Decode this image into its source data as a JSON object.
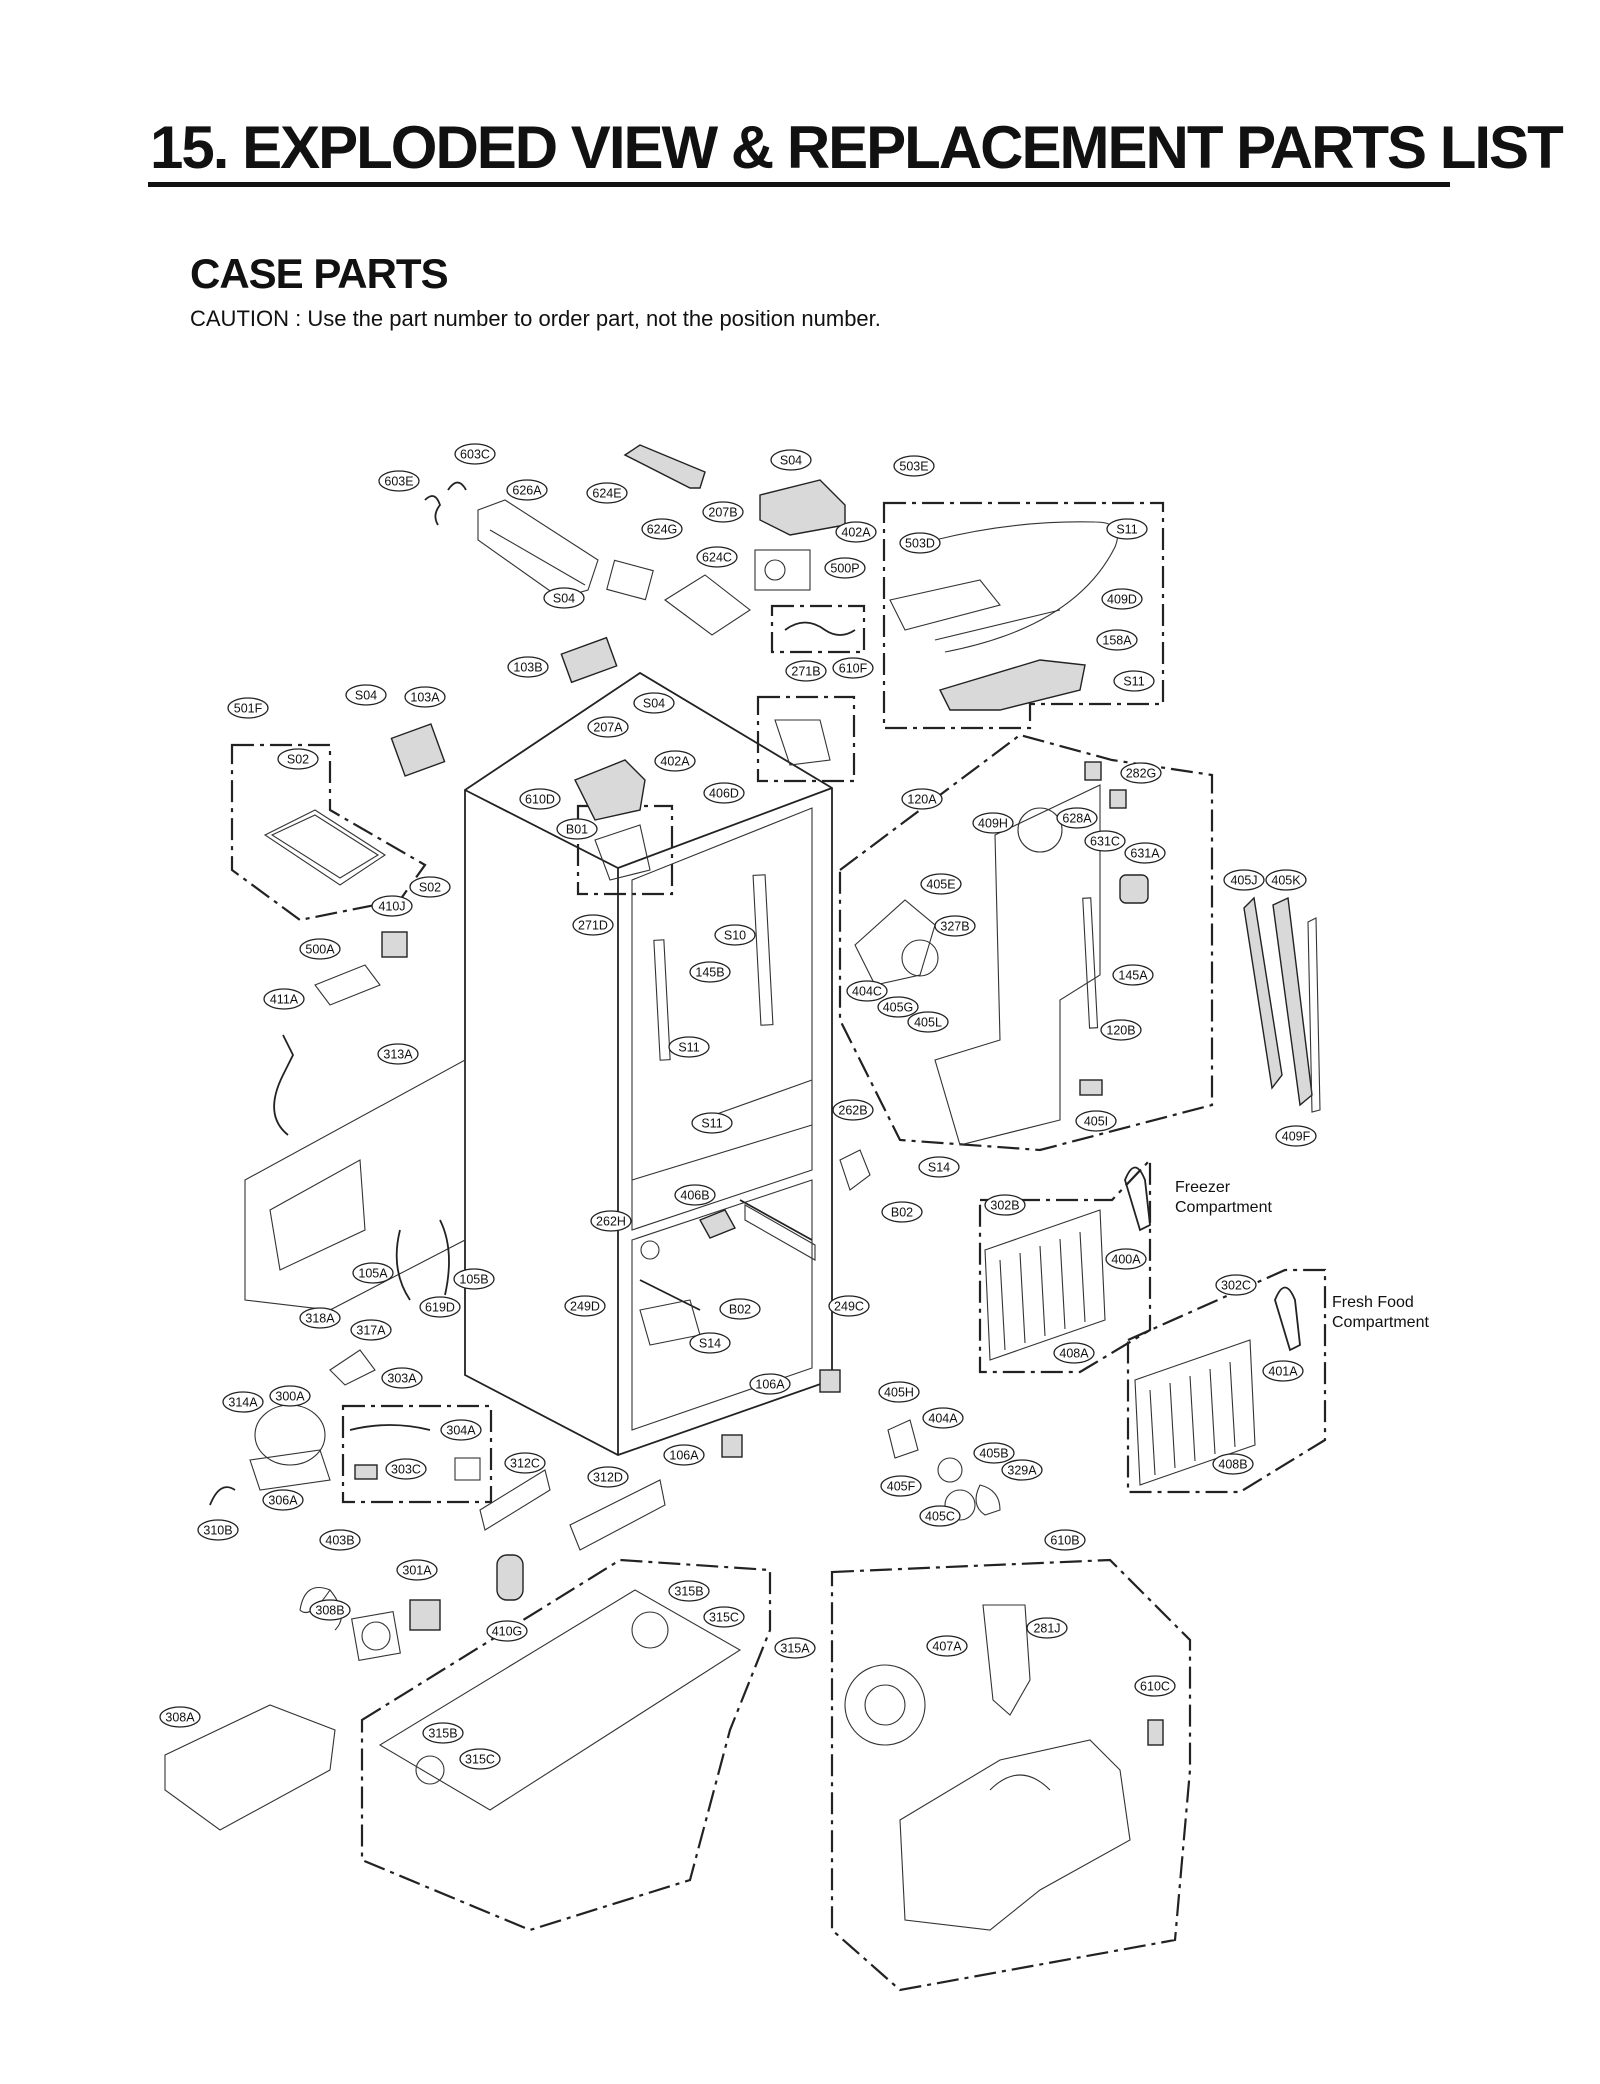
{
  "heading": "15. EXPLODED VIEW & REPLACEMENT PARTS LIST",
  "section": "CASE PARTS",
  "caution": "CAUTION : Use the part number to order part, not the position number.",
  "compartments": {
    "freezer": [
      "Freezer",
      "Compartment"
    ],
    "fresh_food": [
      "Fresh Food",
      "Compartment"
    ]
  },
  "callouts": [
    "603C",
    "603E",
    "626A",
    "624E",
    "S04",
    "207B",
    "402A",
    "503E",
    "S11",
    "503D",
    "624G",
    "624C",
    "500P",
    "S04",
    "409D",
    "158A",
    "103B",
    "610F",
    "271B",
    "S11",
    "S04",
    "103A",
    "S04",
    "207A",
    "501F",
    "402A",
    "S02",
    "610D",
    "406D",
    "120A",
    "282G",
    "409H",
    "628A",
    "B01",
    "631C",
    "631A",
    "405E",
    "405J",
    "405K",
    "S02",
    "410J",
    "271D",
    "327B",
    "S10",
    "500A",
    "145B",
    "404C",
    "405G",
    "145A",
    "411A",
    "405L",
    "120B",
    "313A",
    "S11",
    "S11",
    "262B",
    "405I",
    "409F",
    "S14",
    "406B",
    "302B",
    "B02",
    "262H",
    "400A",
    "105A",
    "105B",
    "302C",
    "249D",
    "B02",
    "249C",
    "318A",
    "619D",
    "317A",
    "408A",
    "S14",
    "401A",
    "303A",
    "106A",
    "405H",
    "314A",
    "300A",
    "304A",
    "404A",
    "106A",
    "405B",
    "329A",
    "303C",
    "312C",
    "312D",
    "408B",
    "405F",
    "405C",
    "306A",
    "310B",
    "403B",
    "610B",
    "301A",
    "315B",
    "308B",
    "281J",
    "315C",
    "407A",
    "410G",
    "315A",
    "610C",
    "308A",
    "315B",
    "315C"
  ]
}
